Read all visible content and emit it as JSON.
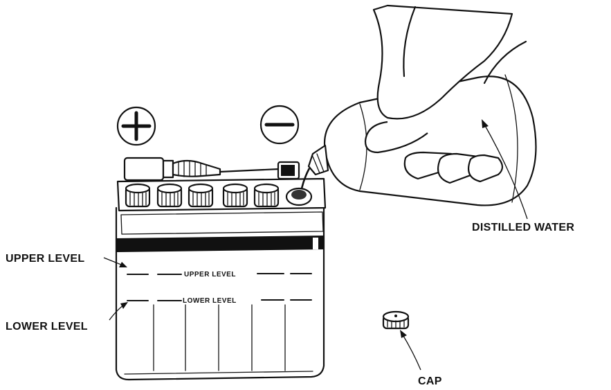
{
  "diagram": {
    "terminals": {
      "positive": "+",
      "negative": "−"
    },
    "battery_markings": {
      "upper": "UPPER LEVEL",
      "lower": "LOWER LEVEL"
    },
    "callouts": {
      "upper_level": "UPPER LEVEL",
      "lower_level": "LOWER LEVEL",
      "distilled_water": "DISTILLED WATER",
      "cap": "CAP"
    }
  }
}
